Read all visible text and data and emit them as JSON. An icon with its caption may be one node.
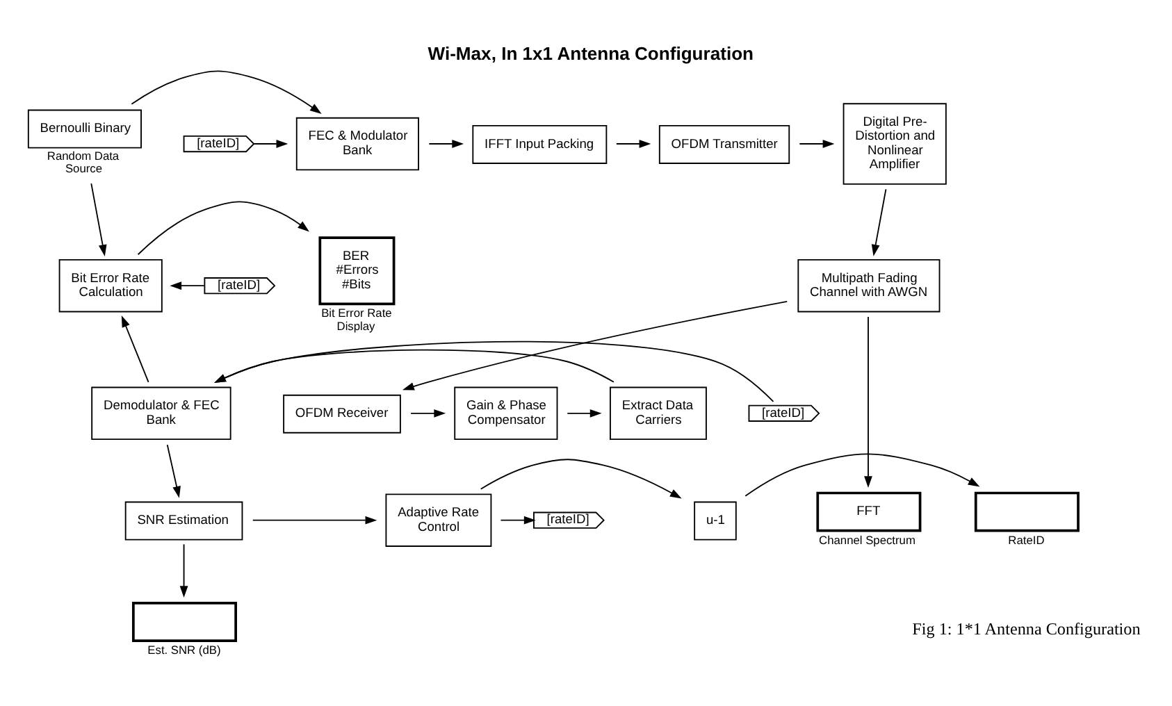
{
  "diagram": {
    "title": "Wi-Max, In 1x1 Antenna Configuration",
    "caption": "Fig 1: 1*1 Antenna Configuration",
    "nodes": [
      {
        "text": [
          "Bernoulli Binary"
        ],
        "beside": [
          "Random Data Source"
        ]
      },
      {
        "text": [
          "FEC & Modulator Bank"
        ]
      },
      {
        "text": [
          "[rateID]"
        ]
      },
      {
        "text": [
          "IFFT Input Packing"
        ]
      },
      {
        "text": [
          "OFDM Transmitter"
        ]
      },
      {
        "text": [
          "Digital Pre-Distortion and Nonlinear Amplifier"
        ]
      },
      {
        "text": [
          "Multipath Fading Channel with AWGN"
        ]
      },
      {
        "text": [
          "[rateID]"
        ]
      },
      {
        "text": [
          "Bit Error Rate Calculation"
        ]
      },
      {
        "text": [
          "BER",
          "#Errors",
          "#Bits"
        ],
        "beside": [
          "Bit Error Rate Display"
        ]
      },
      {
        "text": [
          "FFT"
        ],
        "beside": [
          "Channel Spectrum"
        ]
      },
      {
        "text": [
          "OFDM Receiver"
        ]
      },
      {
        "text": [
          "Gain & Phase Compensator"
        ]
      },
      {
        "text": [
          "Extract Data Carriers"
        ]
      },
      {
        "text": [
          "Demodulator & FEC Bank"
        ]
      },
      {
        "text": [
          "[rateID]"
        ]
      },
      {
        "text": [
          "SNR Estimation"
        ]
      },
      {
        "text": [
          "Adaptive Rate Control"
        ]
      },
      {
        "text": [
          "[rateID]"
        ]
      },
      {
        "text": [
          "u-1"
        ]
      },
      {
        "text": [],
        "shape": "box",
        "beside": [
          "RateID"
        ]
      },
      {
        "text": [],
        "shape": "box",
        "beside": [
          "Est. SNR (dB)"
        ]
      }
    ],
    "edges": [
      {
        "from": 0,
        "to": 1,
        "arrow": "to"
      },
      {
        "from": 0,
        "to": 8,
        "arrow": "to"
      },
      {
        "from": 2,
        "to": 1,
        "arrow": "to"
      },
      {
        "from": 1,
        "to": 3,
        "arrow": "to"
      },
      {
        "from": 3,
        "to": 4,
        "arrow": "to"
      },
      {
        "from": 4,
        "to": 5,
        "arrow": "to"
      },
      {
        "from": 5,
        "to": 6,
        "arrow": "to"
      },
      {
        "from": 7,
        "to": 8,
        "arrow": "to"
      },
      {
        "from": 8,
        "to": 9,
        "arrow": "to"
      },
      {
        "from": 6,
        "to": 11,
        "arrow": "to"
      },
      {
        "from": 6,
        "to": 10,
        "arrow": "to"
      },
      {
        "from": 11,
        "to": 12,
        "arrow": "to"
      },
      {
        "from": 12,
        "to": 13,
        "arrow": "to"
      },
      {
        "from": 13,
        "to": 14,
        "arrow": "to"
      },
      {
        "from": 15,
        "to": 14,
        "arrow": "to"
      },
      {
        "from": 14,
        "to": 8,
        "arrow": "to"
      },
      {
        "from": 14,
        "to": 16,
        "arrow": "to"
      },
      {
        "from": 16,
        "to": 17,
        "arrow": "to"
      },
      {
        "from": 16,
        "to": 21,
        "arrow": "to"
      },
      {
        "from": 17,
        "to": 18,
        "arrow": "to"
      },
      {
        "from": 17,
        "to": 19,
        "arrow": "to"
      },
      {
        "from": 19,
        "to": 20,
        "arrow": "to"
      }
    ]
  }
}
